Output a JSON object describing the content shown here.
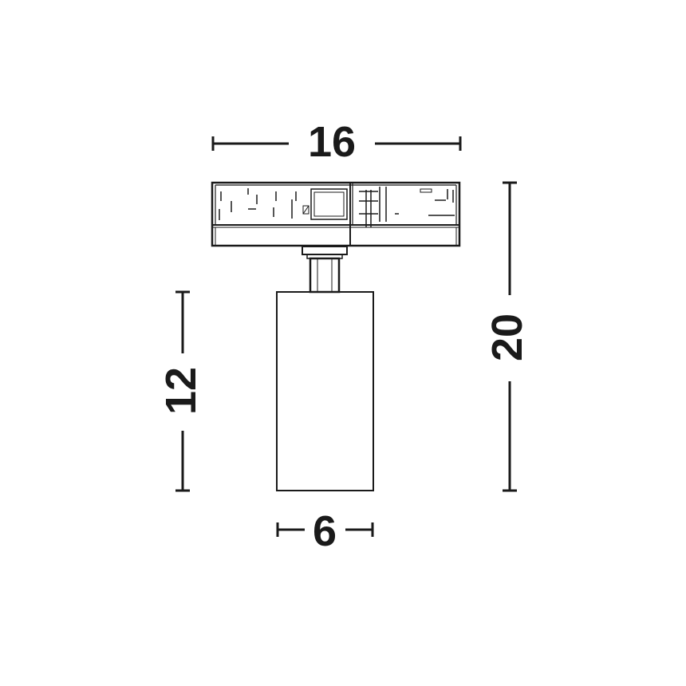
{
  "dimensions": {
    "width_top": "16",
    "height_total": "20",
    "height_body": "12",
    "width_body": "6"
  },
  "colors": {
    "line": "#1a1a1a",
    "background": "#ffffff"
  }
}
